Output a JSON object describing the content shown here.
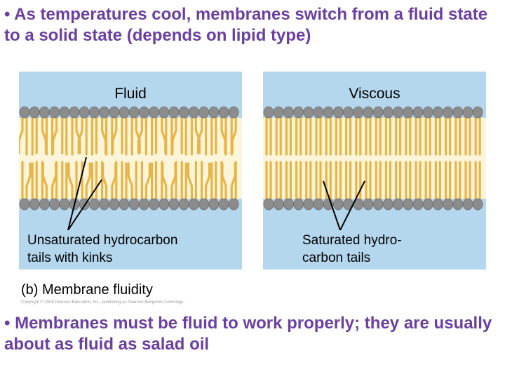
{
  "bullets": {
    "top": "• As temperatures cool, membranes switch from a fluid state to a solid state (depends on lipid type)",
    "bottom": "• Membranes must be fluid to work properly; they are usually about as fluid as salad oil"
  },
  "panels": {
    "left": {
      "title": "Fluid",
      "caption_line1": "Unsaturated hydrocarbon",
      "caption_line2": "tails with kinks"
    },
    "right": {
      "title": "Viscous",
      "caption_line1": "Saturated hydro-",
      "caption_line2": "carbon tails"
    }
  },
  "figure_label": "(b) Membrane fluidity",
  "copyright": "Copyright © 2008 Pearson Education, Inc., publishing as Pearson Benjamin Cummings.",
  "colors": {
    "text_accent": "#6b3fa0",
    "water": "#b4d7ee",
    "tail_band": "#fdf5da",
    "head": "#8c8c8c",
    "tail": "#e8b446"
  }
}
